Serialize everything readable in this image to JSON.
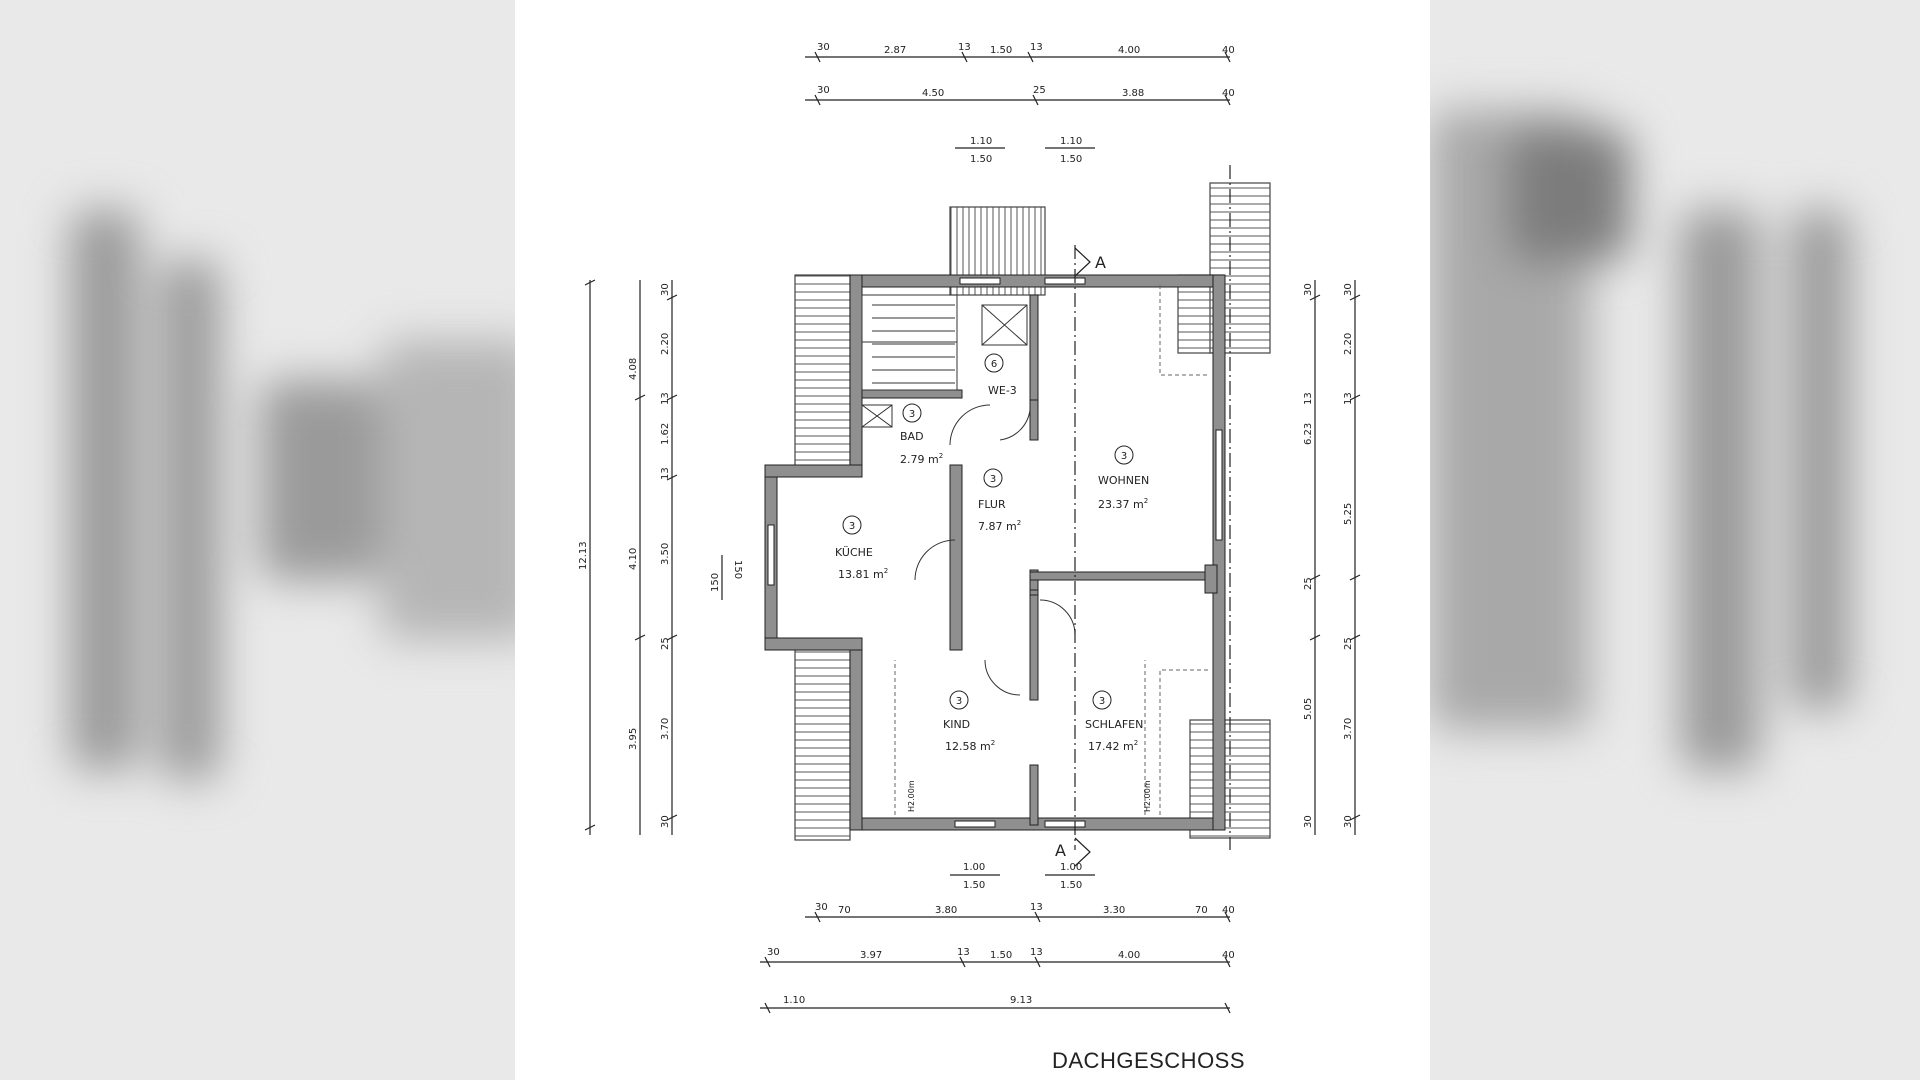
{
  "caption": "DACHGESCHOSS",
  "section_marks": {
    "top": "A",
    "bottom": "A"
  },
  "unit_marker": "6",
  "unit_label": "WE-3",
  "room_marker": "3",
  "rooms": [
    {
      "id": "bad",
      "name": "BAD",
      "area": "2.79",
      "unit": "m",
      "sup": "2"
    },
    {
      "id": "flur",
      "name": "FLUR",
      "area": "7.87",
      "unit": "m",
      "sup": "2"
    },
    {
      "id": "wohnen",
      "name": "WOHNEN",
      "area": "23.37",
      "unit": "m",
      "sup": "2"
    },
    {
      "id": "kueche",
      "name": "KÜCHE",
      "area": "13.81",
      "unit": "m",
      "sup": "2"
    },
    {
      "id": "kind",
      "name": "KIND",
      "area": "12.58",
      "unit": "m",
      "sup": "2"
    },
    {
      "id": "schlafen",
      "name": "SCHLAFEN",
      "area": "17.42",
      "unit": "m",
      "sup": "2"
    }
  ],
  "height_note": "H2.00m",
  "dimensions": {
    "top1": [
      "30",
      "2.87",
      "13",
      "1.50",
      "13",
      "4.00",
      "40"
    ],
    "top2": [
      "30",
      "4.50",
      "25",
      "3.88",
      "40"
    ],
    "top_window_left": [
      "1.10",
      "1.50"
    ],
    "top_window_right": [
      "1.10",
      "1.50"
    ],
    "bottom_window_left": [
      "1.00",
      "1.50"
    ],
    "bottom_window_right": [
      "1.00",
      "1.50"
    ],
    "bottom1": [
      "30",
      "70",
      "3.80",
      "13",
      "3.30",
      "70",
      "40"
    ],
    "bottom2": [
      "30",
      "3.97",
      "13",
      "1.50",
      "13",
      "4.00",
      "40"
    ],
    "bottom3": [
      "1.10",
      "9.13"
    ],
    "left_total": "12.13",
    "left_mid": [
      "4.08",
      "4.10",
      "3.95"
    ],
    "left_inner": [
      "30",
      "2.20",
      "13",
      "1.62",
      "13",
      "3.50",
      "25",
      "3.70",
      "30"
    ],
    "left_window": [
      "150",
      "150"
    ],
    "right_mid": [
      "6.23",
      "5.05"
    ],
    "right_small": [
      "30",
      "13",
      "25",
      "30"
    ],
    "right_outer": [
      "30",
      "2.20",
      "13",
      "5.25",
      "25",
      "3.70",
      "30"
    ]
  }
}
